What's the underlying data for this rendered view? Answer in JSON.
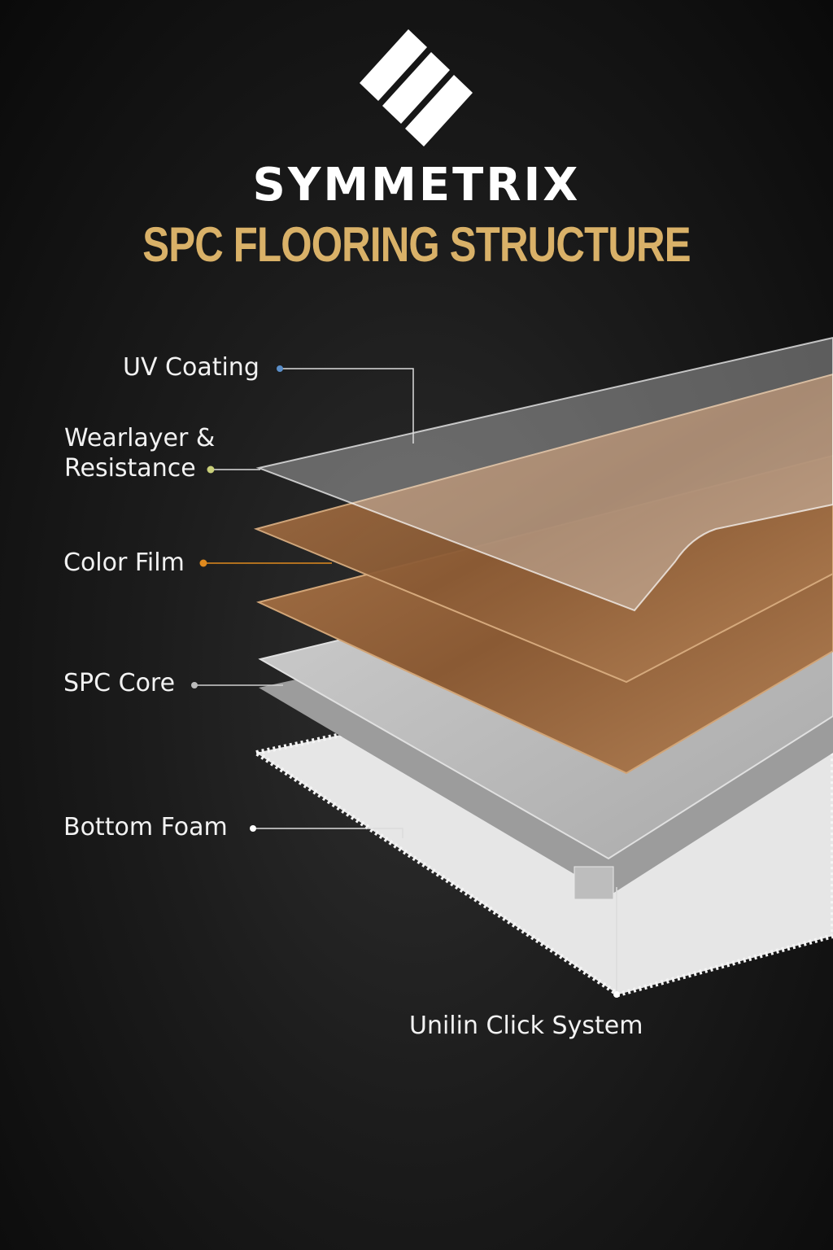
{
  "logo": {
    "brand": "SYMMETRIX",
    "icon": "three-diagonal-bars-logo"
  },
  "title": "SPC FLOORING STRUCTURE",
  "labels": {
    "uv_coating": "UV Coating",
    "wearlayer_line1": "Wearlayer &",
    "wearlayer_line2": "Resistance",
    "color_film": "Color Film",
    "spc_core": "SPC Core",
    "bottom_foam": "Bottom Foam",
    "click_system": "Unilin Click System"
  },
  "colors": {
    "title": "#d9b168",
    "uv_dot": "#5b8fc9",
    "wear_dot": "#c9cf7a",
    "color_film_dot": "#e08a1e",
    "core_dot": "#bcbcbc",
    "foam_dot": "#ffffff"
  }
}
